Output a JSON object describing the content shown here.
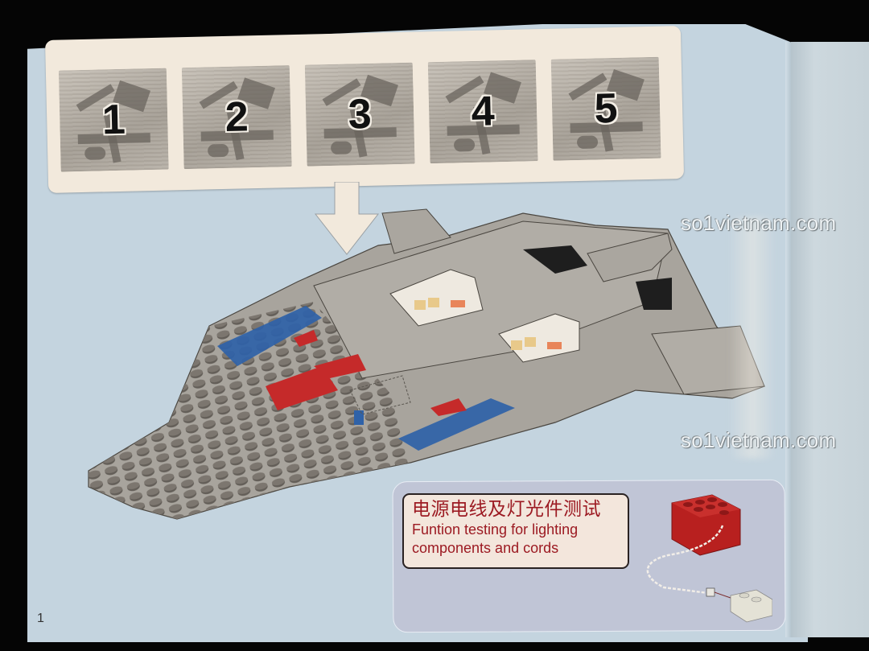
{
  "manual_page": {
    "page_number": "1",
    "background_color": "#c4d4df"
  },
  "steps_panel": {
    "steps": [
      {
        "number": "1"
      },
      {
        "number": "2"
      },
      {
        "number": "3"
      },
      {
        "number": "4"
      },
      {
        "number": "5"
      }
    ],
    "arrow_icon": "down-arrow-icon"
  },
  "model_illustration": {
    "subject": "grey brick spaceship",
    "colors": {
      "body": "#a8a49d",
      "studs": "#5f5a54",
      "blue_accent": "#2f62a8",
      "red_accent": "#c52a2a",
      "cockpit_glass": "#eee9e0",
      "engine_detail": "#1e1e1e"
    }
  },
  "watermarks": [
    {
      "text": "so1vietnam.com"
    },
    {
      "text": "so1vietnam.com"
    }
  ],
  "callout": {
    "title_cn": "电源电线及灯光件测试",
    "title_en_line1": "Funtion testing for lighting",
    "title_en_line2": "components and cords",
    "text_color": "#9c1a22",
    "figure": {
      "battery_box_color": "#b8201f",
      "cord_color": "#f2eee8",
      "light_brick_color": "#e4e2d6"
    }
  }
}
